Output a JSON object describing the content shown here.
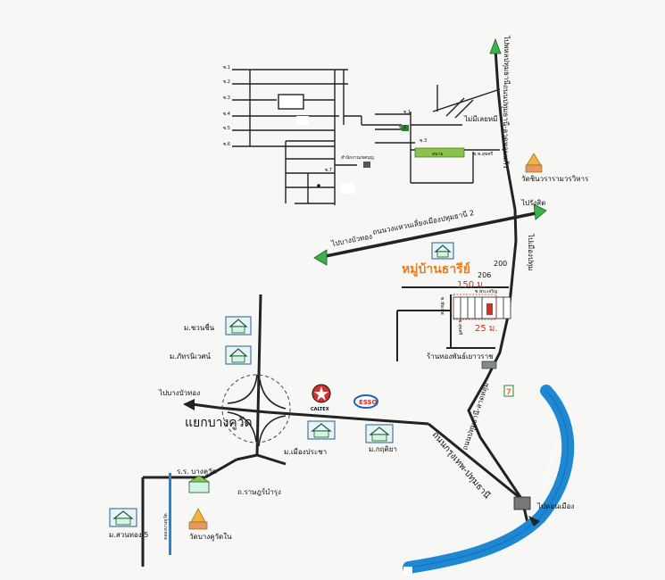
{
  "colors": {
    "road": "#222222",
    "river": "#1e88d2",
    "arrow": "#3cb34a",
    "park": "#8bc34a",
    "village_title": "#e67e22",
    "dimension": "#c0392b",
    "caltex_red": "#d32f2f",
    "esso_blue": "#1565c0",
    "seven_green": "#2e7d32"
  },
  "soi": [
    "ซ.1",
    "ซ.2",
    "ซ.3",
    "ซ.4",
    "ซ.5",
    "ซ.6",
    "ซ.7"
  ],
  "inner_soi": [
    "ซ.1",
    "ซ.2",
    "ซ.3"
  ],
  "labels": {
    "to_pathum_top": "ไปพหลปทุมธานี",
    "pathum_road_top": "ถนนปทุมธานี-ลาดหลุมแก้ว",
    "minimart": "ไม่มีเลยหมี",
    "park": "สนาม",
    "soi_sukree": "ซ.พ.สุขศรี",
    "office": "สำนักงานเขตบุญ",
    "temple_north": "วัดชินวรารามวรวิหาร",
    "to_rangsit": "ไปรังสิต",
    "to_bang_bua_thong_ring": "ไปบางบัวทอง",
    "ring_road": "ถนนวงแหวนเลี่ยงเมืองปทุมธานี 2",
    "to_pathum_city": "ไปเมืองปทุม",
    "village_title": "หมู่บ้านธารีย์",
    "n200": "200",
    "n206": "206",
    "dist150": "150 ม.",
    "dist25": "25 ม.",
    "soi_rasaeng": "ซ.พระเจริญ",
    "soi_side1": "ซ.ชัยเทพ",
    "soi_side2": "ซ.สุขศรี",
    "gold_shop": "ร้านทองพันธ์เยาวราช",
    "mb_chuanchuen": "ม.ชวนชื่น",
    "mb_phattharaniwet": "ม.ภัทรนิเวศน์",
    "to_bang_bua_thong": "ไปบางบัวทอง",
    "junction": "แยกบางคูวัด",
    "caltex": "CALTEX",
    "esso": "ESSO",
    "mb_muang_pracha": "ม.เมืองประชา",
    "mb_kritiya": "ม.กฤติยา",
    "pathum_lad_road": "ถนนปทุมธานี-ลาดหลุม",
    "bangkok_pathum_road": "ถนนกรุงเทพ-ปทุมธานี",
    "river_name": "แม่น้ำเจ้าพระยา",
    "to_don_mueang": "ไปดอนเมือง",
    "school": "ร.ร. บางคูวัด",
    "rat_bamrung_road": "ถ.ราษฎร์บำรุง",
    "canal": "คลองบางคูวัด",
    "mb_suan_thong": "ม.สวนทอง 5",
    "temple_south": "วัดบางคูวัดใน"
  }
}
